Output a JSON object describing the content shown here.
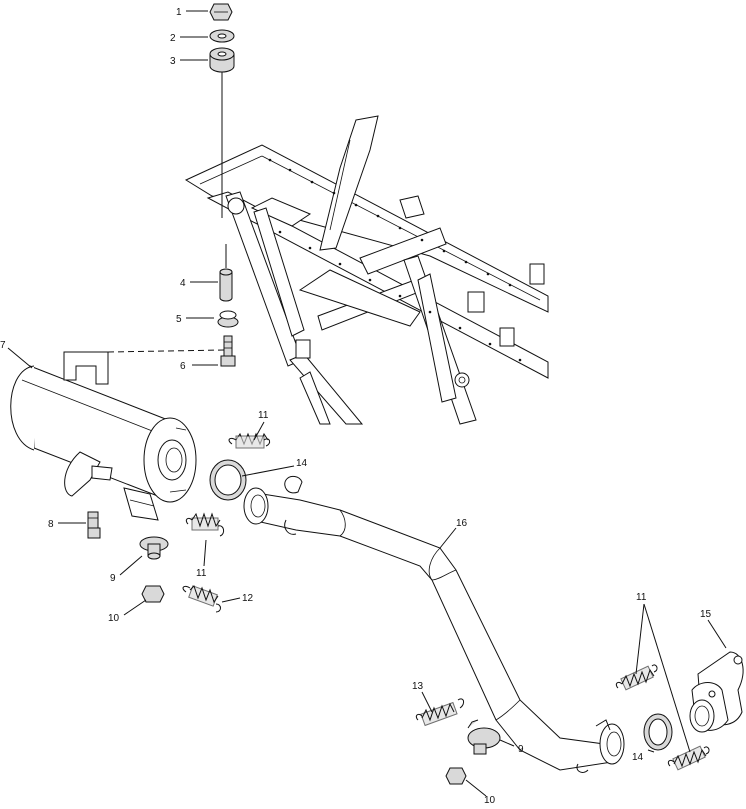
{
  "callouts": [
    {
      "id": "c1",
      "label": "1"
    },
    {
      "id": "c2",
      "label": "2"
    },
    {
      "id": "c3",
      "label": "3"
    },
    {
      "id": "c4",
      "label": "4"
    },
    {
      "id": "c5",
      "label": "5"
    },
    {
      "id": "c6",
      "label": "6"
    },
    {
      "id": "c7",
      "label": "7"
    },
    {
      "id": "c8",
      "label": "8"
    },
    {
      "id": "c9a",
      "label": "9"
    },
    {
      "id": "c9b",
      "label": "9"
    },
    {
      "id": "c10a",
      "label": "10"
    },
    {
      "id": "c10b",
      "label": "10"
    },
    {
      "id": "c11a",
      "label": "11"
    },
    {
      "id": "c11b",
      "label": "11"
    },
    {
      "id": "c11c",
      "label": "11"
    },
    {
      "id": "c12",
      "label": "12"
    },
    {
      "id": "c13",
      "label": "13"
    },
    {
      "id": "c14a",
      "label": "14"
    },
    {
      "id": "c14b",
      "label": "14"
    },
    {
      "id": "c15",
      "label": "15"
    },
    {
      "id": "c16",
      "label": "16"
    }
  ]
}
